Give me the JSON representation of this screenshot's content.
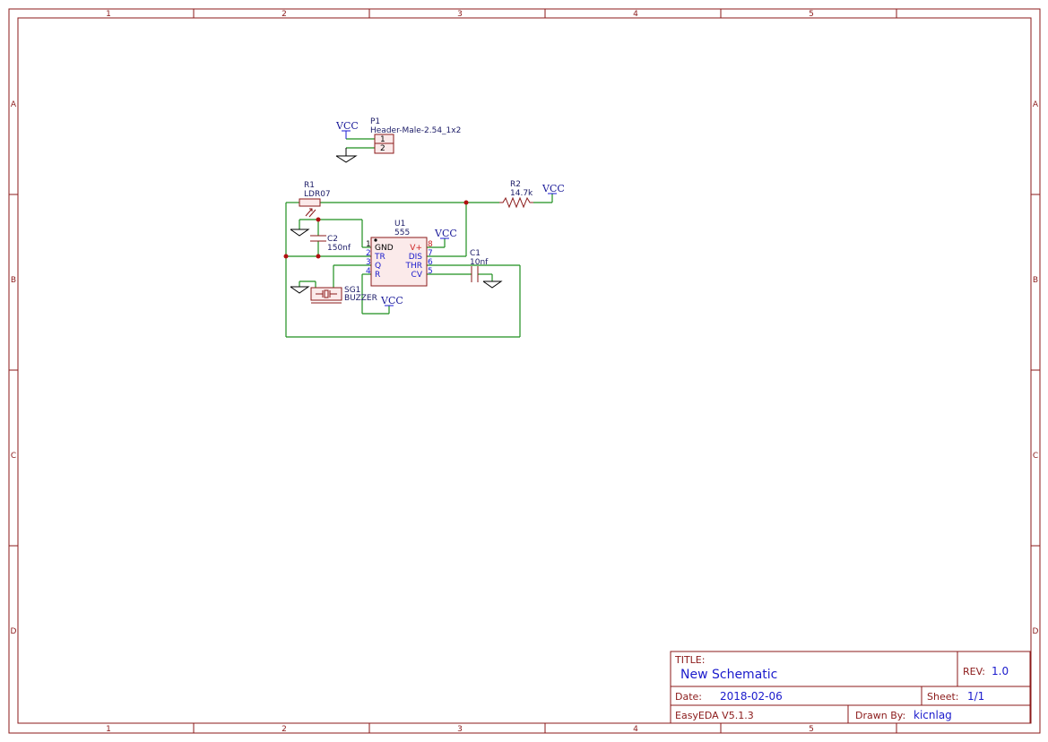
{
  "ruler": {
    "cols": [
      "1",
      "2",
      "3",
      "4",
      "5"
    ],
    "rows": [
      "A",
      "B",
      "C",
      "D"
    ]
  },
  "parts": {
    "p1": {
      "ref": "P1",
      "value": "Header-Male-2.54_1x2",
      "pin1": "1",
      "pin2": "2"
    },
    "r1": {
      "ref": "R1",
      "value": "LDR07"
    },
    "r2": {
      "ref": "R2",
      "value": "14.7k"
    },
    "c1": {
      "ref": "C1",
      "value": "10nf"
    },
    "c2": {
      "ref": "C2",
      "value": "150nf"
    },
    "sg1": {
      "ref": "SG1",
      "value": "BUZZER"
    },
    "u1": {
      "ref": "U1",
      "value": "555",
      "left_pins": [
        {
          "num": "1",
          "name": "GND"
        },
        {
          "num": "2",
          "name": "TR"
        },
        {
          "num": "3",
          "name": "Q"
        },
        {
          "num": "4",
          "name": "R"
        }
      ],
      "right_pins": [
        {
          "num": "8",
          "name": "V+"
        },
        {
          "num": "7",
          "name": "DIS"
        },
        {
          "num": "6",
          "name": "THR"
        },
        {
          "num": "5",
          "name": "CV"
        }
      ]
    }
  },
  "power": {
    "vcc_label": "VCC"
  },
  "title_block": {
    "title_key": "TITLE:",
    "title": "New Schematic",
    "rev_key": "REV:",
    "rev": "1.0",
    "date_key": "Date:",
    "date": "2018-02-06",
    "sheet_key": "Sheet:",
    "sheet": "1/1",
    "tool": "EasyEDA V5.1.3",
    "drawn_key": "Drawn By:",
    "drawn": "kicnlag"
  },
  "colors": {
    "frame": "#8b1a1a",
    "wire": "#1f8f1f",
    "label": "#1a1acc",
    "junction": "#b01010"
  }
}
